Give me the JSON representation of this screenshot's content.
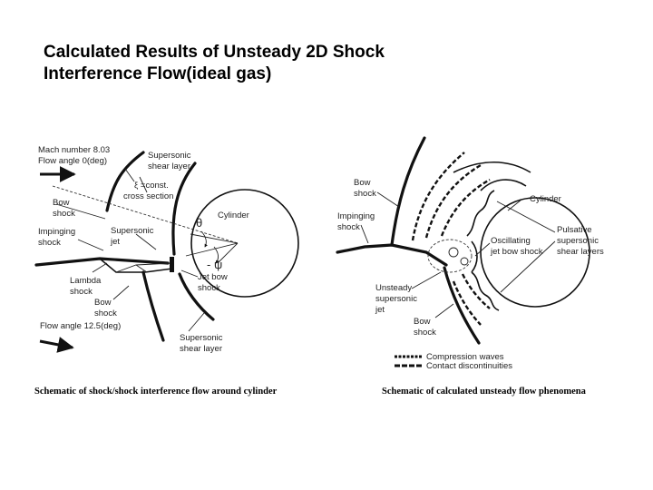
{
  "slide": {
    "title_line1": "Calculated Results of Unsteady 2D Shock",
    "title_line2": "Interference Flow(ideal gas)"
  },
  "left_diagram": {
    "labels": {
      "mach": "Mach number 8.03",
      "flow_angle0": "Flow angle 0(deg)",
      "sup_shear_top1": "Supersonic",
      "sup_shear_top2": "shear layer",
      "xi1": "ξ =const.",
      "xi2": "cross section",
      "bow_top1": "Bow",
      "bow_top2": "shock",
      "cylinder": "Cylinder",
      "imp1": "Impinging",
      "imp2": "shock",
      "jet1": "Supersonic",
      "jet2": "jet",
      "theta": "θ",
      "psi": "- ψ",
      "lambda1": "Lambda",
      "lambda2": "shock",
      "jetbow1": "Jet bow",
      "jetbow2": "shock",
      "bow_bot1": "Bow",
      "bow_bot2": "shock",
      "flow_angle12": "Flow angle 12.5(deg)",
      "sup_shear_bot1": "Supersonic",
      "sup_shear_bot2": "shear layer"
    },
    "caption": "Schematic of shock/shock interference flow around cylinder"
  },
  "right_diagram": {
    "labels": {
      "bow_top1": "Bow",
      "bow_top2": "shock",
      "cylinder": "Cylinder",
      "imp1": "Impinging",
      "imp2": "shock",
      "pulsative1": "Pulsative",
      "pulsative2": "supersonic",
      "pulsative3": "shear layers",
      "osc1": "Oscillating",
      "osc2": "jet bow shock",
      "unsteady1": "Unsteady",
      "unsteady2": "supersonic",
      "unsteady3": "jet",
      "bow_bot1": "Bow",
      "bow_bot2": "shock",
      "legend_compression": "Compression waves",
      "legend_contact": "Contact discontinuities"
    },
    "caption": "Schematic of calculated unsteady flow phenomena"
  }
}
